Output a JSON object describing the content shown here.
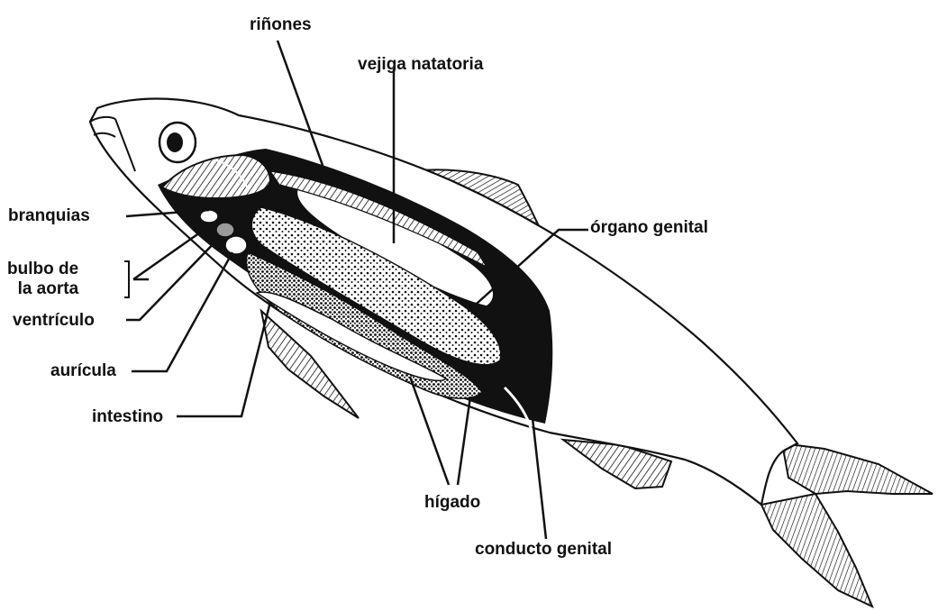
{
  "labels": {
    "rinones": "riñones",
    "vejiga": "vejiga natatoria",
    "organo": "órgano genital",
    "branquias": "branquias",
    "bulbo_line1": "bulbo de",
    "bulbo_line2": "la aorta",
    "ventriculo": "ventrículo",
    "auricula": "aurícula",
    "intestino": "intestino",
    "higado": "hígado",
    "conducto": "conducto genital"
  },
  "colors": {
    "ink": "#111111",
    "paper": "#ffffff",
    "organ_gray": "#9a9a9a"
  }
}
